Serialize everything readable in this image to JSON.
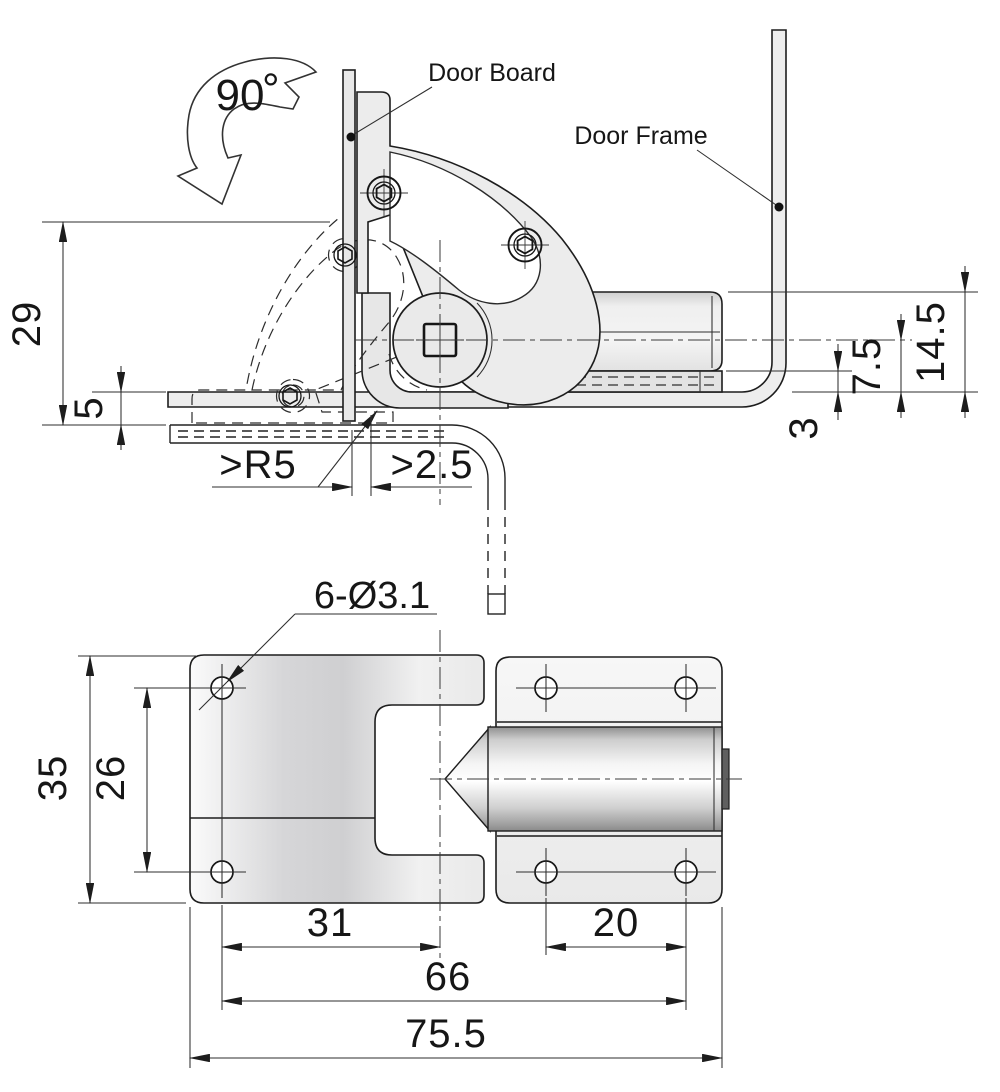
{
  "side_view": {
    "labels": {
      "door_board": "Door Board",
      "door_frame": "Door Frame",
      "angle": "90",
      "degree": "°"
    },
    "dims": {
      "height_total": "29",
      "offset_left": "5",
      "bend_radius_min": ">R5",
      "gap_min": ">2.5",
      "plate_rise": "3",
      "pivot_height": "7.5",
      "body_height": "14.5"
    }
  },
  "plan_view": {
    "dims": {
      "plate_height": "35",
      "hole_spacing_left": "26",
      "hole_to_axis": "31",
      "hole_spacing_right": "20",
      "hole_span": "66",
      "overall_width": "75.5",
      "holes_callout": "6-Ø3.1"
    }
  },
  "colors": {
    "line": "#1d1d1d",
    "part_fill": "#ececec",
    "metal_dark": "#8a8a8a",
    "background": "#ffffff"
  }
}
